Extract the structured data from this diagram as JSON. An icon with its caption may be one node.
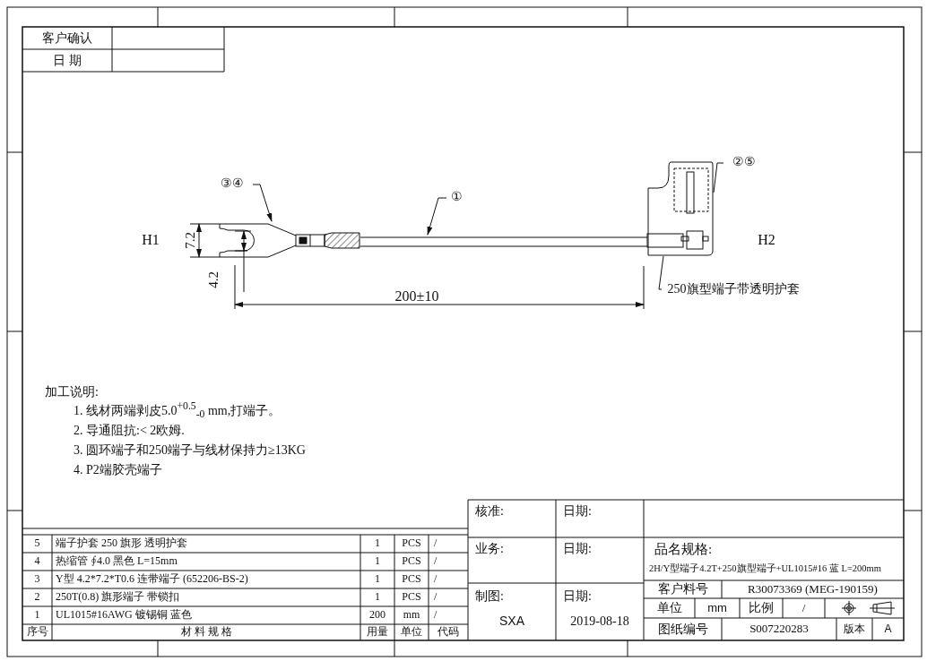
{
  "diagram": {
    "nodes": [
      {
        "text": [
          "③④"
        ]
      },
      {
        "text": [],
        "shape": "picture"
      },
      {
        "text": [
          "①"
        ]
      },
      {
        "text": [],
        "shape": "picture"
      },
      {
        "text": [
          "②⑤"
        ]
      },
      {
        "text": [],
        "shape": "picture"
      },
      {
        "text": [
          "250旗型端子带透明护套"
        ]
      }
    ],
    "edges": [
      {
        "from": 0,
        "to": 1,
        "arrow": "to"
      },
      {
        "from": 2,
        "to": 3,
        "arrow": "to"
      },
      {
        "from": 4,
        "to": 5,
        "arrow": "none"
      },
      {
        "from": 6,
        "to": 5,
        "arrow": "none"
      }
    ],
    "labels": [
      "客户确认",
      "日 期",
      "H1",
      "7.2",
      "4.2",
      "200±10",
      "H2",
      "加工说明:",
      "1. 线材两端剥皮5.0$^{+0.5}$$_{-0}$ mm,打端子。",
      "2. 导通阻抗:< 2欧姆.",
      "3. 圆环端子和250端子与线材保持力≥13KG",
      "4. P2端胶壳端子",
      "核准:",
      "日期:",
      "业务:",
      "日期:",
      "制图:",
      "日期:",
      "SXA",
      "2019-08-18",
      "品名规格:",
      "2H/Y型端子4.2T+250旗型端子+UL1015#16 蓝 L=200mm",
      "客户料号",
      "R30073369 (MEG-190159)",
      "单位",
      "mm",
      "比例",
      "/",
      "图纸编号",
      "S007220283",
      "版本",
      "A",
      "5",
      "端子护套 250 旗形 透明护套",
      "1",
      "PCS",
      "/",
      "4",
      "热缩管 ∮4.0 黑色 L=15mm",
      "1",
      "PCS",
      "/",
      "3",
      "Y型 4.2*7.2*T0.6 连带端子 (652206-BS-2)",
      "1",
      "PCS",
      "/",
      "2",
      "250T(0.8) 旗形端子 带锁扣",
      "1",
      "PCS",
      "/",
      "1",
      "UL1015#16AWG 镀锡铜 蓝色",
      "200",
      "mm",
      "/",
      "序号",
      "材 料 规 格",
      "用量",
      "单位",
      "代码"
    ]
  }
}
